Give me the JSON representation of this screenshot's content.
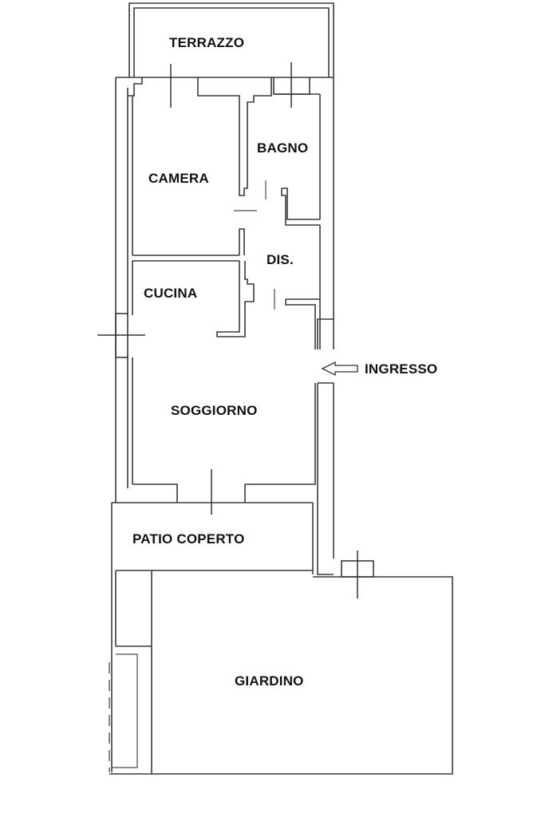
{
  "plan": {
    "rooms": [
      {
        "id": "terrazzo",
        "label": "TERRAZZO"
      },
      {
        "id": "bagno",
        "label": "BAGNO"
      },
      {
        "id": "camera",
        "label": "CAMERA"
      },
      {
        "id": "dis",
        "label": "DIS."
      },
      {
        "id": "cucina",
        "label": "CUCINA"
      },
      {
        "id": "soggiorno",
        "label": "SOGGIORNO"
      },
      {
        "id": "patio",
        "label": "PATIO COPERTO"
      },
      {
        "id": "giardino",
        "label": "GIARDINO"
      }
    ],
    "entrance": {
      "label": "INGRESSO",
      "icon": "arrow-left-outline-icon"
    },
    "colors": {
      "wall": "#3a3a3a",
      "text": "#111111",
      "background": "#ffffff"
    }
  }
}
